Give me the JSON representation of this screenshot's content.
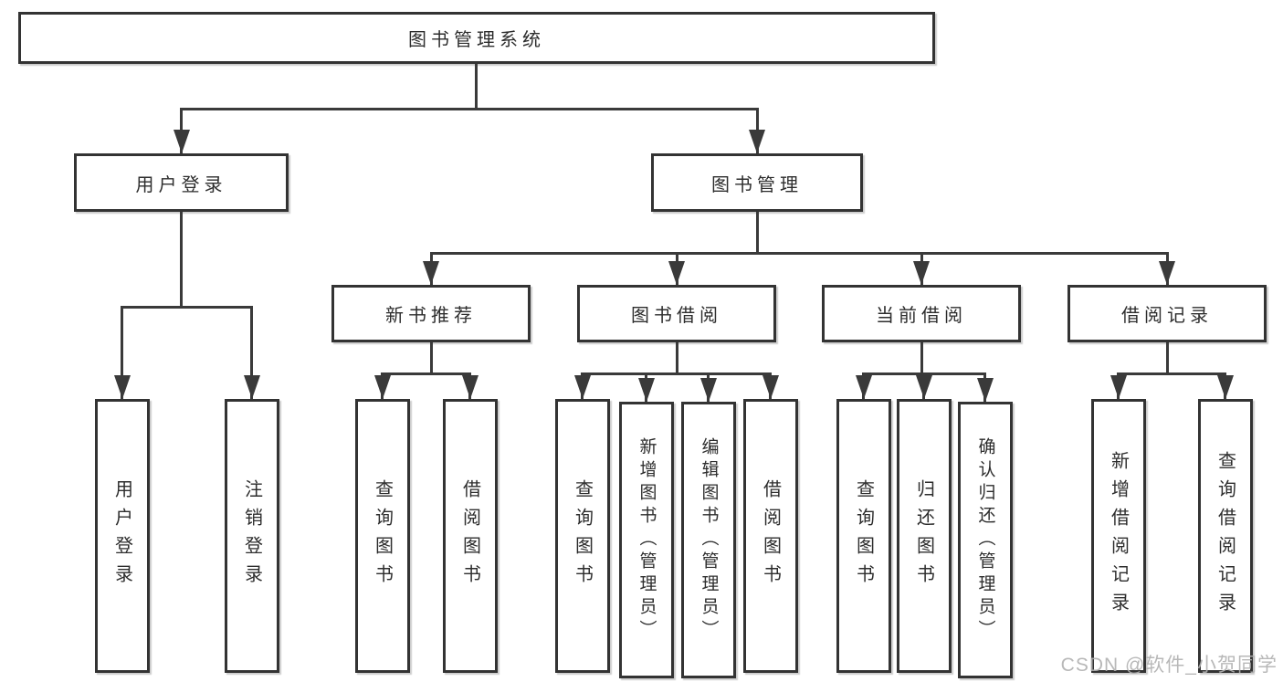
{
  "watermark": "CSDN @软件_小贺同学",
  "tree": {
    "root": {
      "label": "图书管理系统"
    },
    "branches": [
      {
        "label": "用户登录",
        "children": [
          {
            "label": "用户登录"
          },
          {
            "label": "注销登录"
          }
        ]
      },
      {
        "label": "图书管理",
        "groups": [
          {
            "label": "新书推荐",
            "children": [
              {
                "label": "查询图书"
              },
              {
                "label": "借阅图书"
              }
            ]
          },
          {
            "label": "图书借阅",
            "children": [
              {
                "label": "查询图书"
              },
              {
                "label": "新增图书（管理员）"
              },
              {
                "label": "编辑图书（管理员）"
              },
              {
                "label": "借阅图书"
              }
            ]
          },
          {
            "label": "当前借阅",
            "children": [
              {
                "label": "查询图书"
              },
              {
                "label": "归还图书"
              },
              {
                "label": "确认归还（管理员）"
              }
            ]
          },
          {
            "label": "借阅记录",
            "children": [
              {
                "label": "新增借阅记录"
              },
              {
                "label": "查询借阅记录"
              }
            ]
          }
        ]
      }
    ]
  }
}
